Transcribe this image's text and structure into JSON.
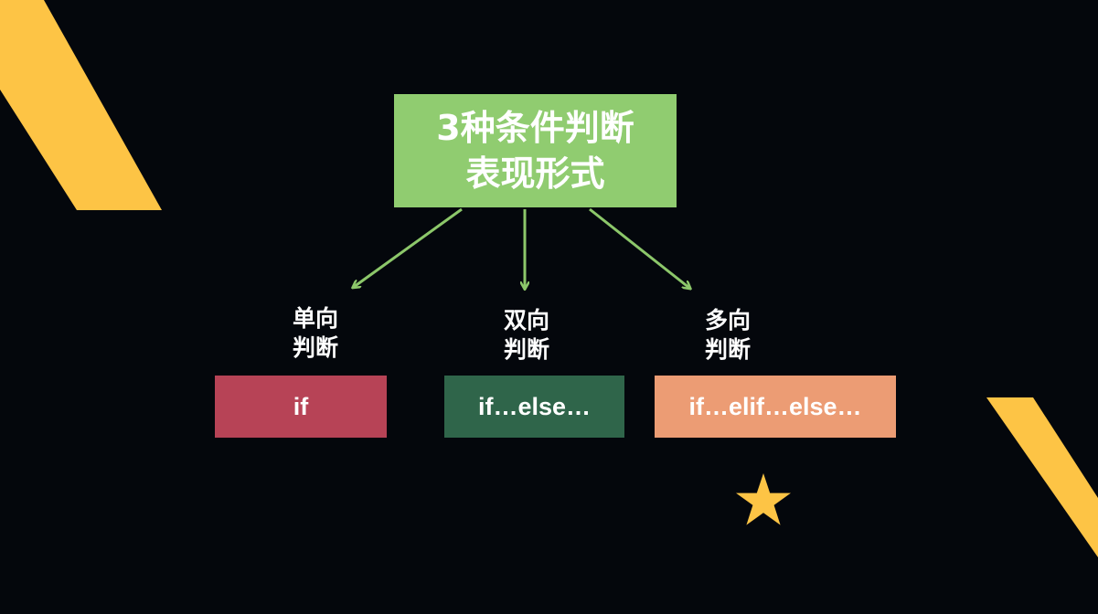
{
  "title": {
    "line1": "3种条件判断",
    "line2": "表现形式"
  },
  "branches": [
    {
      "label_line1": "单向",
      "label_line2": "判断",
      "code": "if",
      "color": "#b74356"
    },
    {
      "label_line1": "双向",
      "label_line2": "判断",
      "code": "if…else…",
      "color": "#2f654a"
    },
    {
      "label_line1": "多向",
      "label_line2": "判断",
      "code": "if…elif…else…",
      "color": "#ec9c74"
    }
  ],
  "colors": {
    "background": "#04070c",
    "title_box": "#90cc70",
    "arrow": "#8cc76a",
    "accent_stripe": "#fdc445",
    "star": "#fdc445"
  },
  "icons": {
    "decoration": "star-icon"
  }
}
